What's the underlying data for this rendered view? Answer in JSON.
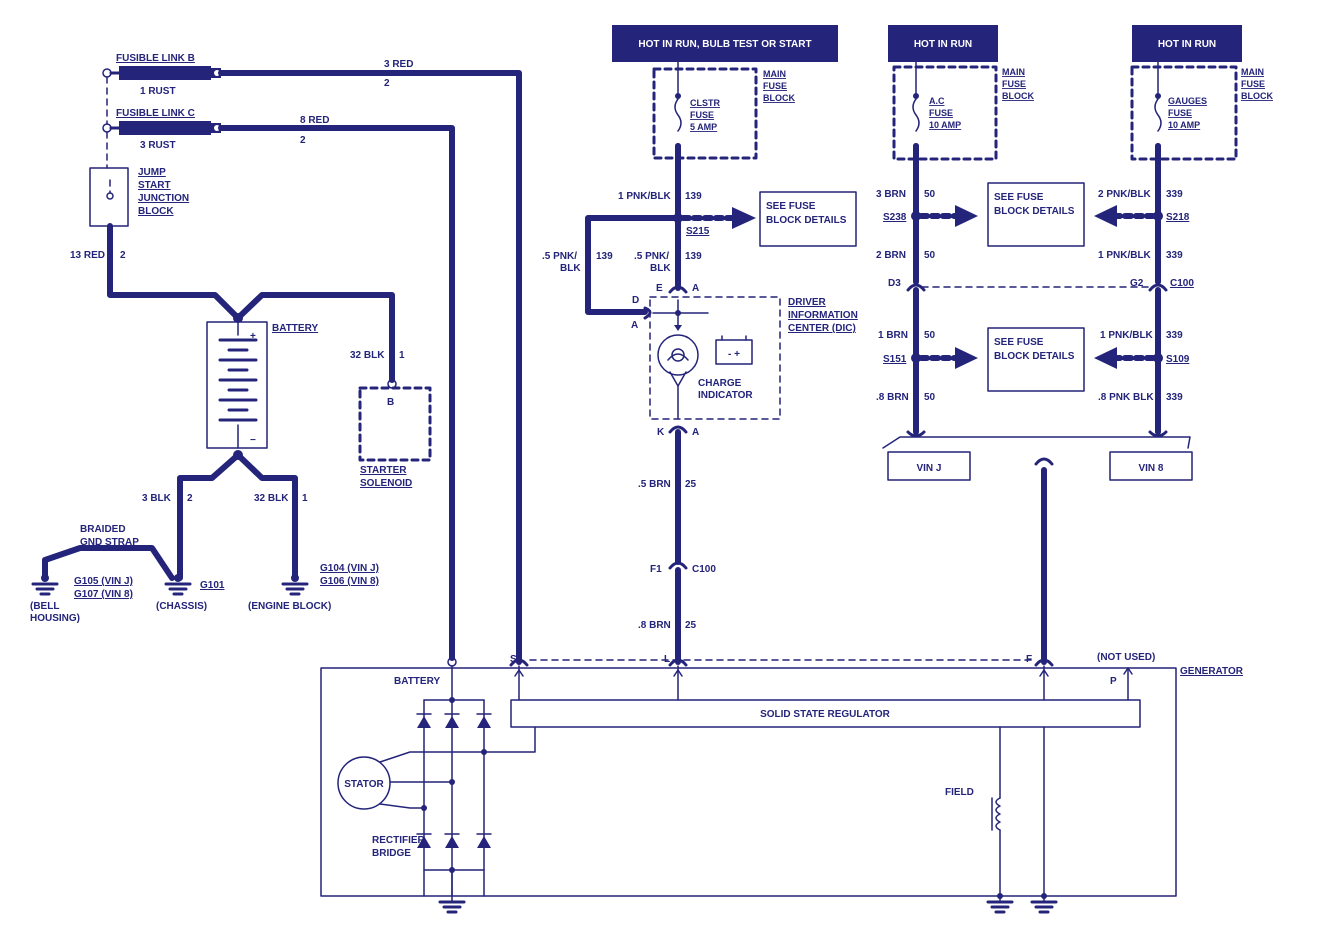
{
  "colors": {
    "ink": "#24247a",
    "background": "#ffffff"
  },
  "fusible_links": {
    "b": {
      "label": "FUSIBLE LINK B",
      "wire_below": "1 RUST",
      "wire_out_top": "3 RED",
      "wire_out_bottom": "2"
    },
    "c": {
      "label": "FUSIBLE LINK C",
      "wire_below": "3 RUST",
      "wire_out_top": "8 RED",
      "wire_out_bottom": "2"
    }
  },
  "jump_start": {
    "label_1": "JUMP",
    "label_2": "START",
    "label_3": "JUNCTION",
    "label_4": "BLOCK",
    "wire_a": "13 RED",
    "wire_b": "2"
  },
  "battery": {
    "label": "BATTERY",
    "plus": "+",
    "minus": "−"
  },
  "starter": {
    "wire_a": "32 BLK",
    "wire_b": "1",
    "terminal": "B",
    "label_1": "STARTER",
    "label_2": "SOLENOID"
  },
  "grounds": {
    "left_wire_a": "3 BLK",
    "left_wire_b": "2",
    "right_wire_a": "32 BLK",
    "right_wire_b": "1",
    "strap_1": "BRAIDED",
    "strap_2": "GND STRAP",
    "g105": "G105 (VIN J)",
    "g107": "G107 (VIN 8)",
    "bell_1": "(BELL",
    "bell_2": "HOUSING)",
    "g101": "G101",
    "chassis": "(CHASSIS)",
    "g104": "G104 (VIN J)",
    "g106": "G106 (VIN 8)",
    "engine": "(ENGINE BLOCK)"
  },
  "headers": {
    "h1": "HOT IN RUN, BULB TEST OR START",
    "h2": "HOT IN RUN",
    "h3": "HOT IN RUN"
  },
  "fuse_blocks": {
    "main_1": "MAIN",
    "main_2": "FUSE",
    "main_3": "BLOCK",
    "f1": [
      "CLSTR",
      "FUSE",
      "5 AMP"
    ],
    "f2": [
      "A.C",
      "FUSE",
      "10 AMP"
    ],
    "f3": [
      "GAUGES",
      "FUSE",
      "10 AMP"
    ]
  },
  "circuit_cluster": {
    "w1_a": "1 PNK/BLK",
    "w1_b": "139",
    "splice": "S215",
    "w2_left_a": ".5 PNK/",
    "w2_left_b": "BLK",
    "w2_left_c": "139",
    "w2_right_a": ".5 PNK/",
    "w2_right_b": "BLK",
    "w2_right_c": "139",
    "see_1": "SEE FUSE",
    "see_2": "BLOCK DETAILS",
    "conn_e": "E",
    "conn_a_top": "A",
    "conn_d": "D",
    "conn_a_left": "A",
    "conn_k": "K",
    "conn_a_bot": "A",
    "dic_1": "DRIVER",
    "dic_2": "INFORMATION",
    "dic_3": "CENTER (DIC)",
    "charge_1": "CHARGE",
    "charge_2": "INDICATOR",
    "batt_icon": "- +",
    "w3_a": ".5 BRN",
    "w3_b": "25",
    "c100_pin": "F1",
    "c100": "C100",
    "w4_a": ".8 BRN",
    "w4_b": "25"
  },
  "circuit_ac": {
    "w1_a": "3 BRN",
    "w1_b": "50",
    "splice1": "S238",
    "w2_a": "2 BRN",
    "w2_b": "50",
    "conn": "D3",
    "w3_a": "1 BRN",
    "w3_b": "50",
    "splice2": "S151",
    "w4_a": ".8 BRN",
    "w4_b": "50"
  },
  "circuit_gauges": {
    "w1_a": "2 PNK/BLK",
    "w1_b": "339",
    "splice1": "S218",
    "w2_a": "1 PNK/BLK",
    "w2_b": "339",
    "conn_pin": "G2",
    "conn": "C100",
    "w3_a": "1 PNK/BLK",
    "w3_b": "339",
    "splice2": "S109",
    "w4_a": ".8 PNK BLK",
    "w4_b": "339"
  },
  "fuse_details": {
    "box1": [
      "SEE FUSE",
      "BLOCK DETAILS"
    ],
    "box2": [
      "SEE FUSE",
      "BLOCK DETAILS"
    ]
  },
  "vin": {
    "j": "VIN J",
    "eight": "VIN 8"
  },
  "generator": {
    "label": "GENERATOR",
    "not_used": "(NOT USED)",
    "term_s": "S",
    "term_l": "L",
    "term_f": "F",
    "term_p": "P",
    "battery": "BATTERY",
    "regulator": "SOLID STATE REGULATOR",
    "stator": "STATOR",
    "rect_1": "RECTIFIER",
    "rect_2": "BRIDGE",
    "field": "FIELD"
  }
}
